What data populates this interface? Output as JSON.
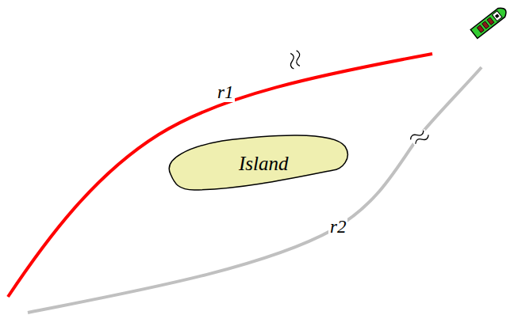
{
  "diagram": {
    "nodes": [
      {
        "text": [
          "Island"
        ]
      }
    ],
    "edges": [],
    "labels": [
      "r1",
      "r2"
    ]
  }
}
